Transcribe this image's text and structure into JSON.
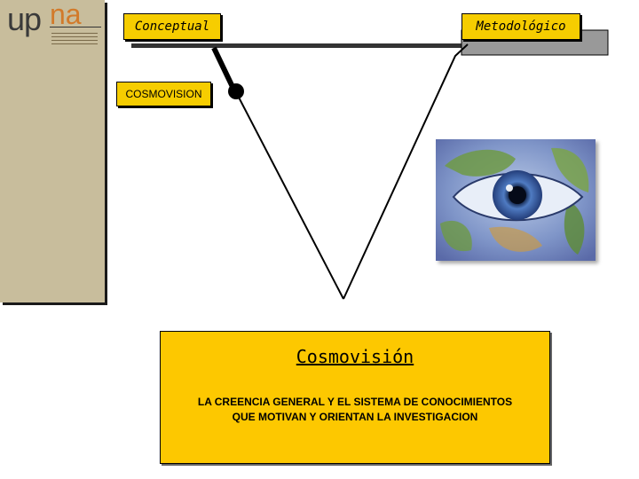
{
  "logo": {
    "text_up": "up",
    "text_na": "na",
    "subtitle_lines": [
      "Universidad",
      "Pública de Navarra",
      "Nafarroako",
      "Unibertsitate Publikoa"
    ]
  },
  "labels": {
    "conceptual": "Conceptual",
    "metodologico": "Metodológico",
    "cosmovision_tag": "COSMOVISION"
  },
  "info": {
    "title": "Cosmovisión",
    "description": "LA CREENCIA GENERAL Y EL SISTEMA DE CONOCIMIENTOS QUE MOTIVAN Y ORIENTAN LA INVESTIGACION"
  },
  "colors": {
    "accent_yellow": "#f6cd00",
    "sidebar": "#c8bd9c",
    "logo_orange": "#d27a2a"
  }
}
